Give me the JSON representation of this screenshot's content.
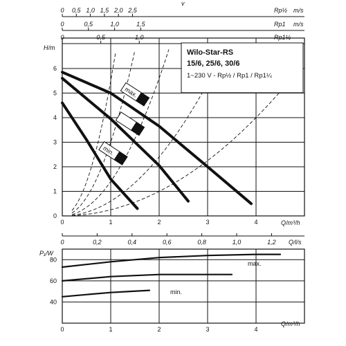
{
  "chart_data": [
    {
      "type": "line",
      "name": "pump-head-curves",
      "title": "",
      "info_box": {
        "lines": [
          "Wilo-Star-RS",
          "15/6, 25/6, 30/6",
          "1~230 V - Rp½ / Rp1 / Rp1¼"
        ]
      },
      "ylabel": "H/m",
      "xlabel": "Q/m³/h",
      "xlim": [
        0,
        4.8
      ],
      "ylim": [
        0,
        7
      ],
      "x_ticks": [
        0,
        1,
        2,
        3,
        4
      ],
      "y_ticks": [
        0,
        1,
        2,
        3,
        4,
        5,
        6
      ],
      "grid": true,
      "series": [
        {
          "name": "max.",
          "x": [
            0,
            1,
            2,
            3,
            3.9
          ],
          "y": [
            5.85,
            5.0,
            3.65,
            2.0,
            0.5
          ]
        },
        {
          "name": "",
          "x": [
            0,
            1,
            2,
            2.6
          ],
          "y": [
            5.6,
            3.95,
            2.05,
            0.6
          ]
        },
        {
          "name": "min.",
          "x": [
            0,
            0.5,
            1,
            1.55
          ],
          "y": [
            4.6,
            3.1,
            1.5,
            0.3
          ]
        }
      ],
      "curve_labels": [
        "max.",
        "min."
      ],
      "top_axes": [
        {
          "unit": "Rp½",
          "ticks": [
            "0",
            "0,5",
            "1,0",
            "1,5",
            "2,0",
            "2,5"
          ],
          "velocity_symbol": "v",
          "unit_label": "m/s"
        },
        {
          "unit": "Rp1",
          "ticks": [
            "0",
            "0,5",
            "1,0",
            "1,5"
          ],
          "unit_label": "m/s"
        },
        {
          "unit": "Rp1¼",
          "ticks": [
            "0",
            "0,5",
            "1,0"
          ]
        }
      ]
    },
    {
      "type": "line",
      "name": "power-consumption",
      "title": "",
      "ylabel": "P₁/W",
      "xlabel": "Q/m³/h",
      "ylim": [
        20,
        90
      ],
      "y_ticks": [
        40,
        60,
        80
      ],
      "x_ticks": [
        0,
        1,
        2,
        3,
        4
      ],
      "secondary_axis": {
        "label": "Q/l/s",
        "ticks": [
          "0",
          "0,2",
          "0,4",
          "0,6",
          "0,8",
          "1,0",
          "1,2"
        ]
      },
      "grid": true,
      "series": [
        {
          "name": "max.",
          "x": [
            0,
            1,
            2,
            3,
            4,
            4.5
          ],
          "y": [
            73,
            78,
            82,
            84,
            85,
            85
          ]
        },
        {
          "name": "",
          "x": [
            0,
            1,
            2,
            3,
            3.5
          ],
          "y": [
            60,
            64,
            66,
            66,
            66
          ]
        },
        {
          "name": "min.",
          "x": [
            0,
            0.5,
            1,
            1.4,
            1.8
          ],
          "y": [
            45,
            47,
            49,
            50,
            51
          ]
        }
      ],
      "curve_labels": [
        "max.",
        "min."
      ]
    }
  ]
}
